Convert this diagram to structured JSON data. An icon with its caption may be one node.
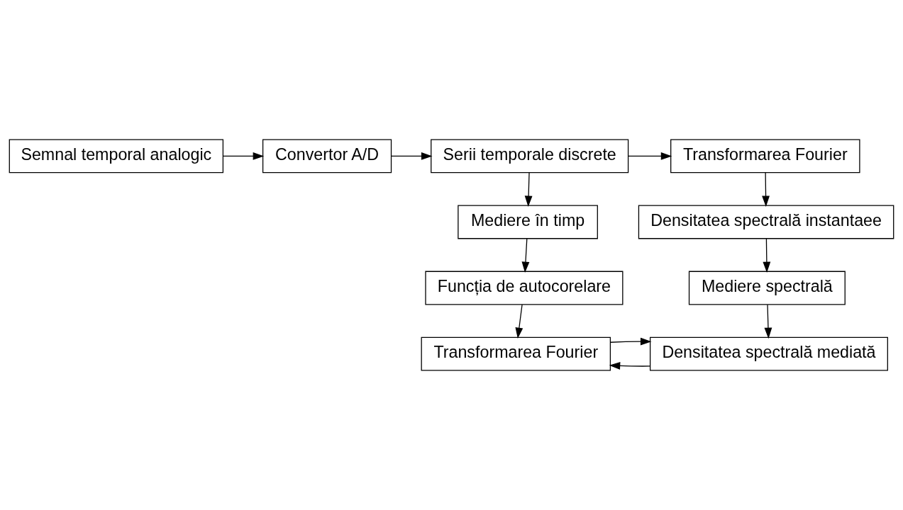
{
  "diagram": {
    "nodes": [
      {
        "text": [
          "Semnal temporal analogic"
        ]
      },
      {
        "text": [
          "Convertor A/D"
        ]
      },
      {
        "text": [
          "Serii temporale discrete"
        ]
      },
      {
        "text": [
          "Transformarea Fourier"
        ]
      },
      {
        "text": [
          "Mediere în timp"
        ]
      },
      {
        "text": [
          "Densitatea spectrală instantaee"
        ]
      },
      {
        "text": [
          "Funcția de autocorelare"
        ]
      },
      {
        "text": [
          "Mediere spectrală"
        ]
      },
      {
        "text": [
          "Transformarea Fourier"
        ]
      },
      {
        "text": [
          "Densitatea spectrală mediată"
        ]
      }
    ],
    "edges": [
      {
        "from": 0,
        "to": 1,
        "arrow": "to"
      },
      {
        "from": 1,
        "to": 2,
        "arrow": "to"
      },
      {
        "from": 2,
        "to": 3,
        "arrow": "to"
      },
      {
        "from": 2,
        "to": 4,
        "arrow": "to"
      },
      {
        "from": 3,
        "to": 5,
        "arrow": "to"
      },
      {
        "from": 4,
        "to": 6,
        "arrow": "to"
      },
      {
        "from": 5,
        "to": 7,
        "arrow": "to"
      },
      {
        "from": 6,
        "to": 8,
        "arrow": "to"
      },
      {
        "from": 7,
        "to": 9,
        "arrow": "to"
      },
      {
        "from": 9,
        "to": 8,
        "arrow": "to"
      },
      {
        "from": 8,
        "to": 9,
        "arrow": "to"
      }
    ]
  }
}
